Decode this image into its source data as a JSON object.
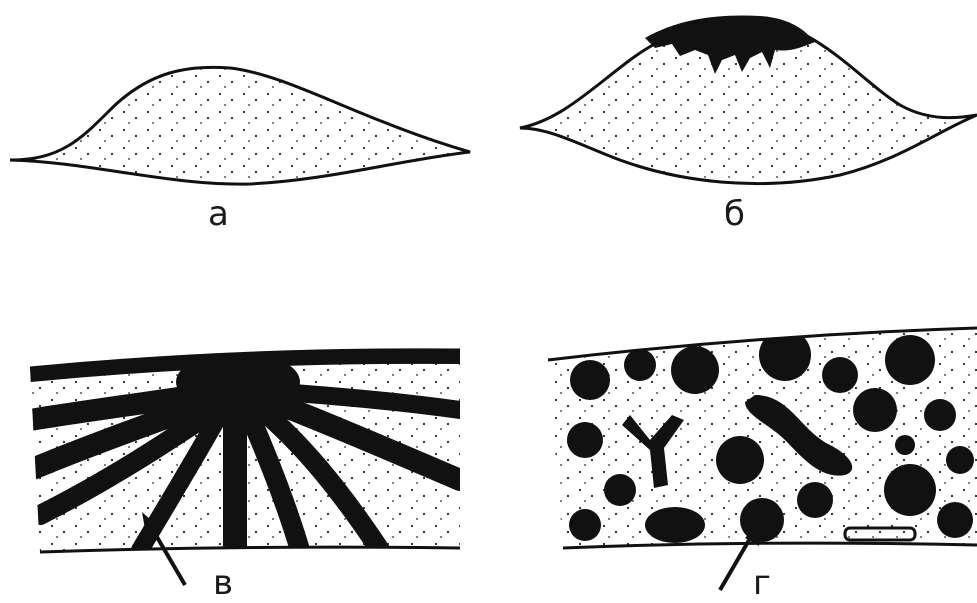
{
  "figure": {
    "panels": [
      {
        "id": "a",
        "label": "а"
      },
      {
        "id": "b",
        "label": "б"
      },
      {
        "id": "v",
        "label": "в"
      },
      {
        "id": "g",
        "label": "г"
      }
    ]
  },
  "colors": {
    "ink": "#111111",
    "paper": "#ffffff"
  }
}
